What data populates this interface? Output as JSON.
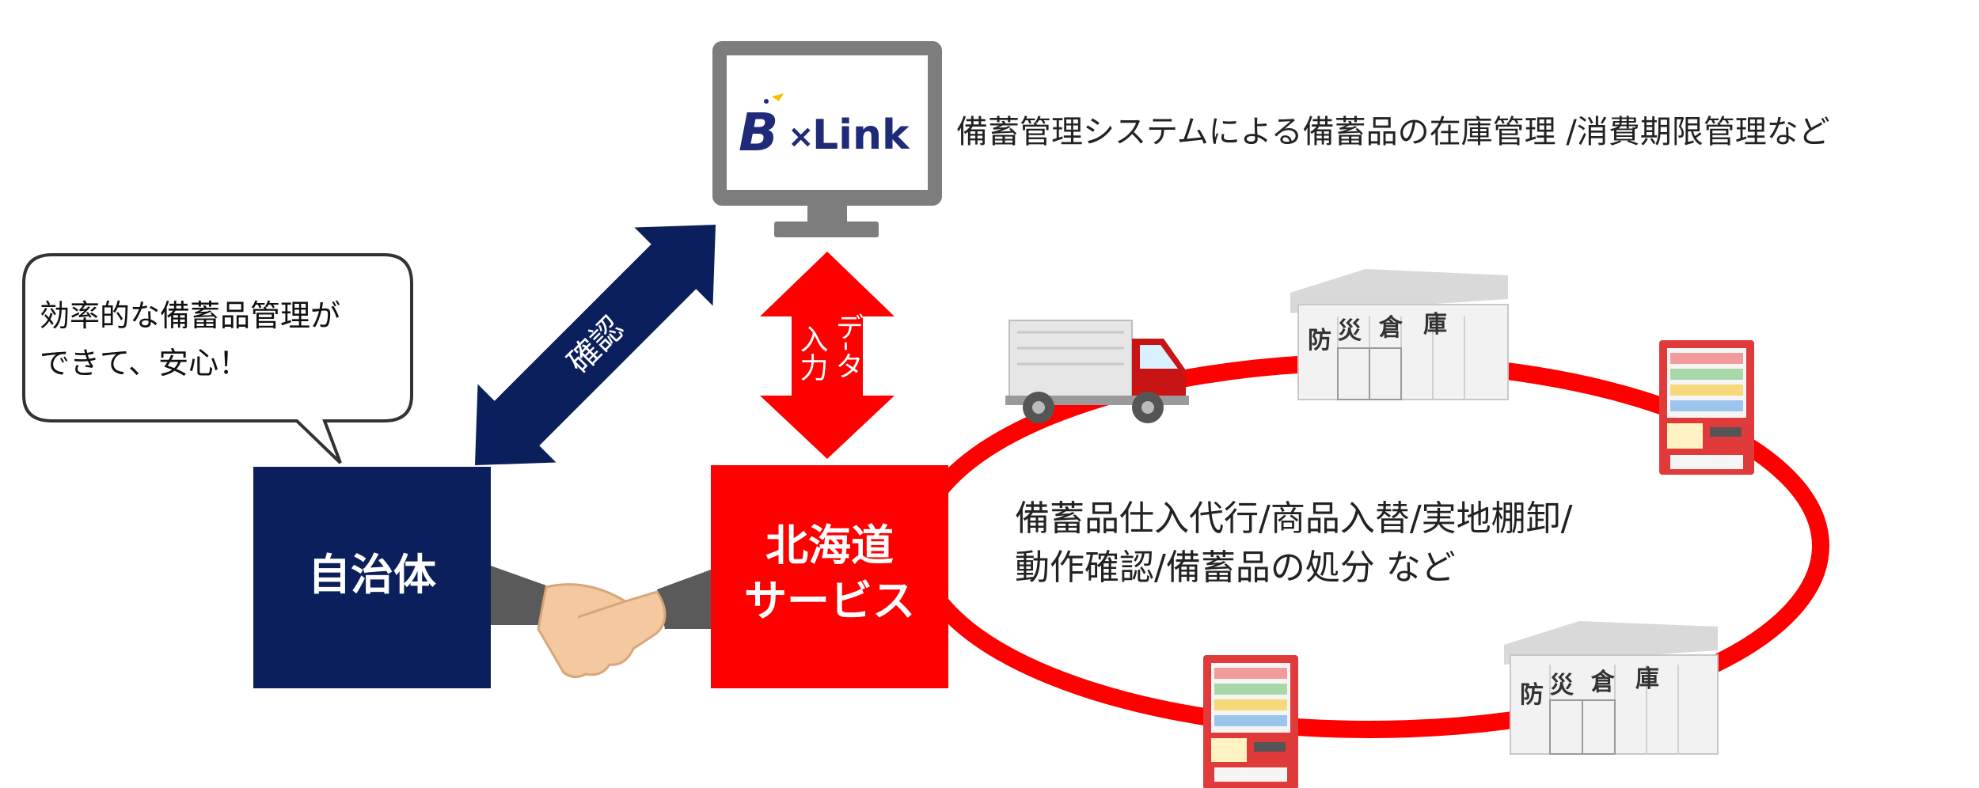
{
  "system": {
    "logo_text": "Link",
    "logo_prefix": "B",
    "logo_times": "×",
    "description": "備蓄管理システムによる備蓄品の在庫管理 /消費期限管理など"
  },
  "speech_bubble": {
    "line1": "効率的な備蓄品管理が",
    "line2": "できて、安心！"
  },
  "arrows": {
    "confirm_label": "確認",
    "data_label_col1": "デ-タ",
    "data_label_col2": "入力"
  },
  "municipality": {
    "label": "自治体"
  },
  "service": {
    "line1": "北海道",
    "line2": "サービス"
  },
  "services_list": {
    "line1": "備蓄品仕入代行/商品入替/実地棚卸/",
    "line2": "動作確認/備蓄品の処分 など"
  },
  "warehouse": {
    "chars": [
      "防",
      "災",
      "倉",
      "庫"
    ]
  },
  "colors": {
    "navy": "#0b1f5c",
    "red": "#ff0000",
    "gray": "#808080",
    "monitor_gray": "#7d7d7d",
    "logo_navy": "#1f2a78"
  }
}
